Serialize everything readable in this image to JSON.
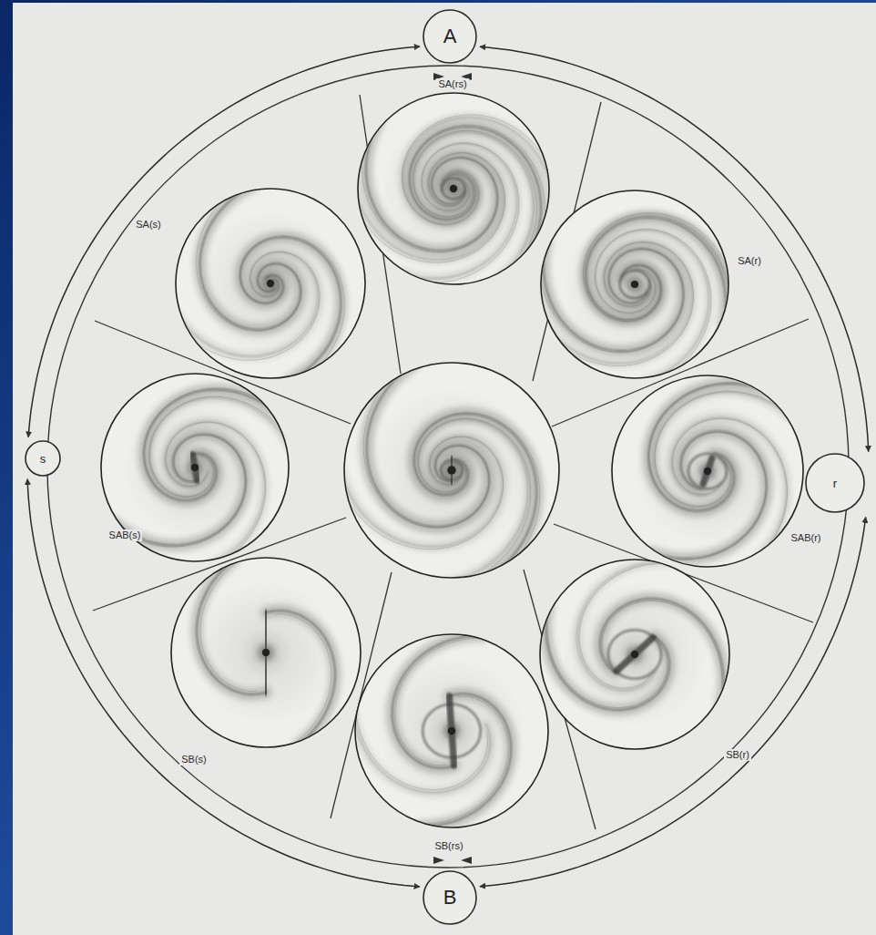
{
  "diagram": {
    "nodes": [
      {
        "text": [
          "A"
        ]
      },
      {
        "text": [
          "s"
        ]
      },
      {
        "text": [
          "r"
        ]
      },
      {
        "text": [
          "B"
        ]
      }
    ],
    "edges": [
      {
        "from": 0,
        "to": 1,
        "arrow": "both"
      },
      {
        "from": 1,
        "to": 3,
        "arrow": "both"
      },
      {
        "from": 3,
        "to": 2,
        "arrow": "both"
      },
      {
        "from": 2,
        "to": 0,
        "arrow": "both"
      }
    ],
    "labels": [
      "SA(rs)",
      "SA(s)",
      "SA(r)",
      "SAB(s)",
      "SAB(r)",
      "SB(s)",
      "SB(r)",
      "SB(rs)"
    ]
  }
}
